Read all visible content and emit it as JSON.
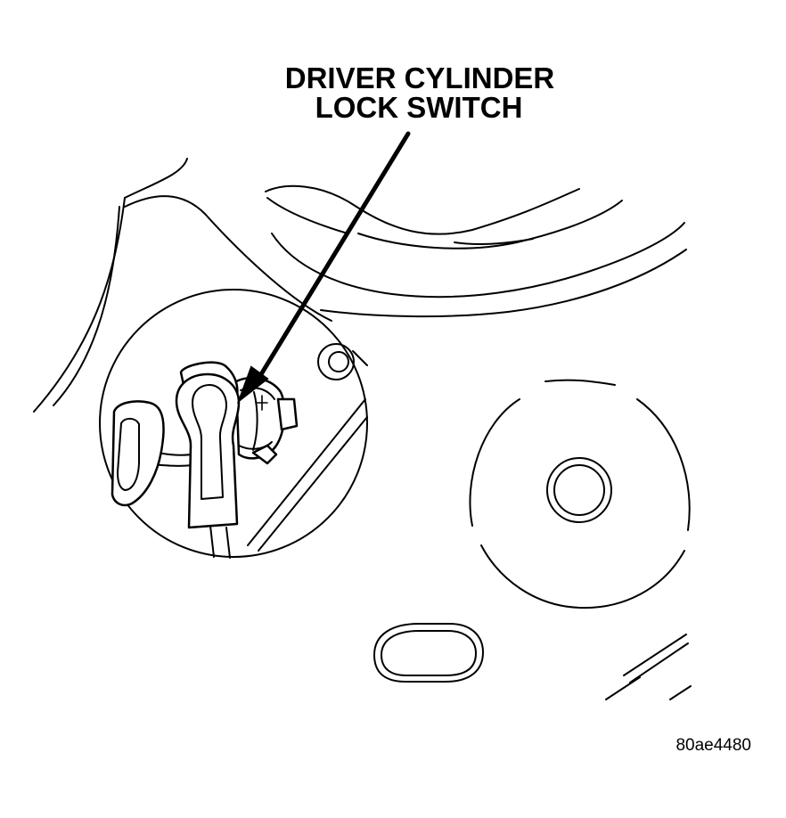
{
  "callout": {
    "line1": "DRIVER CYLINDER",
    "line2": "LOCK SWITCH"
  },
  "figure_ref": "80ae4480",
  "colors": {
    "ink": "#000000",
    "paper": "#ffffff"
  }
}
